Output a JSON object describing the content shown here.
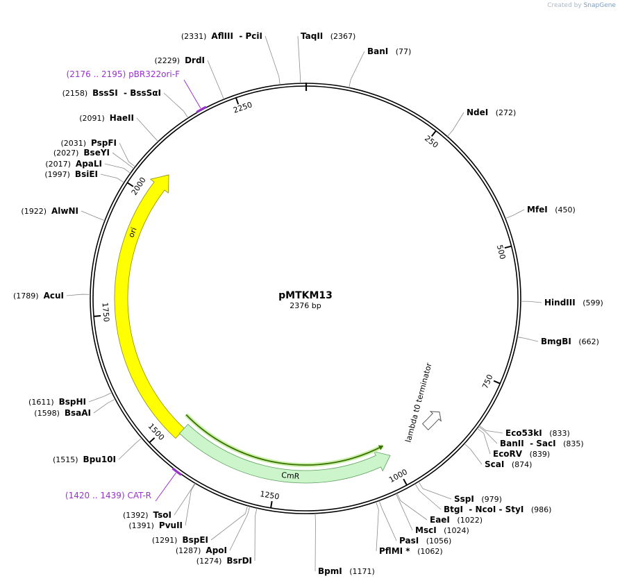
{
  "brand": {
    "created_by": "Created by",
    "product": "SnapGene"
  },
  "plasmid": {
    "name": "pMTKM13",
    "length_label": "2376 bp",
    "length": 2376
  },
  "ticks": [
    {
      "pos": 250,
      "label": "250"
    },
    {
      "pos": 500,
      "label": "500"
    },
    {
      "pos": 750,
      "label": "750"
    },
    {
      "pos": 1000,
      "label": "1000"
    },
    {
      "pos": 1250,
      "label": "1250"
    },
    {
      "pos": 1500,
      "label": "1500"
    },
    {
      "pos": 1750,
      "label": "1750"
    },
    {
      "pos": 2000,
      "label": "2000"
    },
    {
      "pos": 2250,
      "label": "2250"
    }
  ],
  "features": [
    {
      "name": "ori",
      "label": "ori",
      "start": 1471,
      "end": 2060,
      "color": "#ffff00",
      "stroke": "#8c8c00",
      "direction": "forward"
    },
    {
      "name": "cmr",
      "label": "CmR",
      "start": 1472,
      "end": 1001,
      "color": "#ccf5cc",
      "stroke": "#5c9f5c",
      "direction": "reverse"
    },
    {
      "name": "lambda-t0",
      "label": "lambda t0 terminator",
      "start": 904,
      "end": 860,
      "color": "#ffffff",
      "stroke": "#555555",
      "direction": "reverse"
    }
  ],
  "promoter_line": {
    "start": 1490,
    "end": 1005,
    "color": "#3a6e00",
    "direction": "reverse"
  },
  "enzymes": [
    {
      "name": "AflIII",
      "extra": "PciI",
      "pos": "(2331)",
      "pos_value": 2331
    },
    {
      "name": "TaqII",
      "extra": "",
      "pos": "(2367)",
      "pos_value": 2367
    },
    {
      "name": "BanI",
      "extra": "",
      "pos": "(77)",
      "pos_value": 77
    },
    {
      "name": "DrdI",
      "extra": "",
      "pos": "(2229)",
      "pos_value": 2229
    },
    {
      "name": "NdeI",
      "extra": "",
      "pos": "(272)",
      "pos_value": 272
    },
    {
      "name": "BssSI",
      "extra": "BssSαI",
      "pos": "(2158)",
      "pos_value": 2158
    },
    {
      "name": "HaeII",
      "extra": "",
      "pos": "(2091)",
      "pos_value": 2091
    },
    {
      "name": "PspFI",
      "extra": "",
      "pos": "(2031)",
      "pos_value": 2031
    },
    {
      "name": "BseYI",
      "extra": "",
      "pos": "(2027)",
      "pos_value": 2027
    },
    {
      "name": "ApaLI",
      "extra": "",
      "pos": "(2017)",
      "pos_value": 2017
    },
    {
      "name": "BsiEI",
      "extra": "",
      "pos": "(1997)",
      "pos_value": 1997
    },
    {
      "name": "MfeI",
      "extra": "",
      "pos": "(450)",
      "pos_value": 450
    },
    {
      "name": "AlwNI",
      "extra": "",
      "pos": "(1922)",
      "pos_value": 1922
    },
    {
      "name": "HindIII",
      "extra": "",
      "pos": "(599)",
      "pos_value": 599
    },
    {
      "name": "AcuI",
      "extra": "",
      "pos": "(1789)",
      "pos_value": 1789
    },
    {
      "name": "BmgBI",
      "extra": "",
      "pos": "(662)",
      "pos_value": 662
    },
    {
      "name": "BspHI",
      "extra": "",
      "pos": "(1611)",
      "pos_value": 1611
    },
    {
      "name": "BsaAI",
      "extra": "",
      "pos": "(1598)",
      "pos_value": 1598
    },
    {
      "name": "Eco53kI",
      "extra": "",
      "pos": "(833)",
      "pos_value": 833
    },
    {
      "name": "BanII",
      "extra": "SacI",
      "pos": "(835)",
      "pos_value": 835
    },
    {
      "name": "EcoRV",
      "extra": "",
      "pos": "(839)",
      "pos_value": 839
    },
    {
      "name": "ScaI",
      "extra": "",
      "pos": "(874)",
      "pos_value": 874
    },
    {
      "name": "Bpu10I",
      "extra": "",
      "pos": "(1515)",
      "pos_value": 1515
    },
    {
      "name": "SspI",
      "extra": "",
      "pos": "(979)",
      "pos_value": 979
    },
    {
      "name": "BtgI",
      "extra": "NcoI - StyI",
      "pos": "(986)",
      "pos_value": 986
    },
    {
      "name": "EaeI",
      "extra": "",
      "pos": "(1022)",
      "pos_value": 1022
    },
    {
      "name": "MscI",
      "extra": "",
      "pos": "(1024)",
      "pos_value": 1024
    },
    {
      "name": "PasI",
      "extra": "",
      "pos": "(1056)",
      "pos_value": 1056
    },
    {
      "name": "PflMI *",
      "extra": "",
      "pos": "(1062)",
      "pos_value": 1062
    },
    {
      "name": "BpmI",
      "extra": "",
      "pos": "(1171)",
      "pos_value": 1171
    },
    {
      "name": "TsoI",
      "extra": "",
      "pos": "(1392)",
      "pos_value": 1392
    },
    {
      "name": "PvuII",
      "extra": "",
      "pos": "(1391)",
      "pos_value": 1391
    },
    {
      "name": "BspEI",
      "extra": "",
      "pos": "(1291)",
      "pos_value": 1291
    },
    {
      "name": "ApoI",
      "extra": "",
      "pos": "(1287)",
      "pos_value": 1287
    },
    {
      "name": "BsrDI",
      "extra": "",
      "pos": "(1274)",
      "pos_value": 1274
    }
  ],
  "primers": [
    {
      "name": "pBR322ori-F",
      "range": "(2176 .. 2195)",
      "start": 2176,
      "end": 2195,
      "color": "#9b30d0"
    },
    {
      "name": "CAT-R",
      "range": "(1420 .. 1439)",
      "start": 1420,
      "end": 1439,
      "color": "#9b30d0"
    }
  ]
}
